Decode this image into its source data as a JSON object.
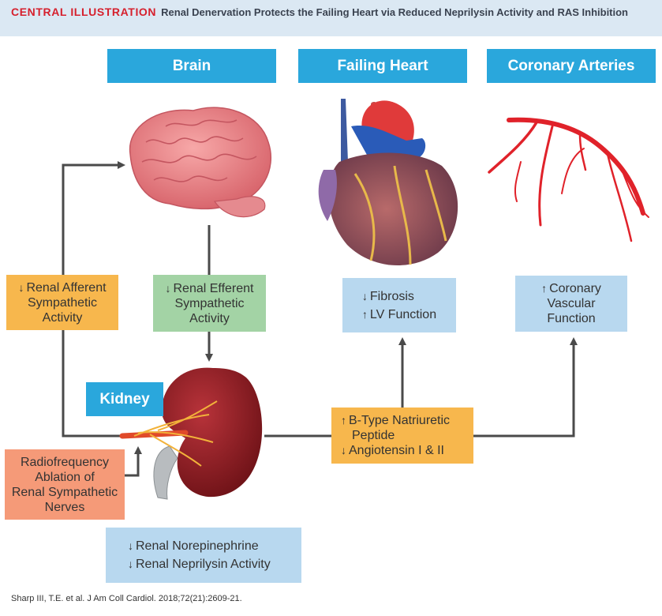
{
  "header": {
    "label": "CENTRAL ILLUSTRATION",
    "title": "Renal Denervation Protects the Failing Heart via Reduced Neprilysin Activity and RAS Inhibition"
  },
  "sections": {
    "brain": "Brain",
    "heart": "Failing Heart",
    "coronary": "Coronary Arteries",
    "kidney": "Kidney"
  },
  "boxes": {
    "afferent": {
      "arrow": "↓",
      "line1": "Renal Afferent",
      "line2": "Sympathetic",
      "line3": "Activity"
    },
    "efferent": {
      "arrow": "↓",
      "line1": "Renal Efferent",
      "line2": "Sympathetic",
      "line3": "Activity"
    },
    "heart_effects": [
      {
        "arrow": "↓",
        "text": "Fibrosis"
      },
      {
        "arrow": "↑",
        "text": "LV Function"
      }
    ],
    "coronary": {
      "arrow": "↑",
      "line1": "Coronary",
      "line2": "Vascular",
      "line3": "Function"
    },
    "natriuretic": [
      {
        "arrow": "↑",
        "text": "B-Type Natriuretic"
      },
      {
        "arrow": "",
        "text": "Peptide"
      },
      {
        "arrow": "↓",
        "text": "Angiotensin I & II"
      }
    ],
    "ablation": {
      "line1": "Radiofrequency",
      "line2": "Ablation of",
      "line3": "Renal Sympathetic",
      "line4": "Nerves"
    },
    "renal": [
      {
        "arrow": "↓",
        "text": "Renal Norepinephrine"
      },
      {
        "arrow": "↓",
        "text": "Renal Neprilysin Activity"
      }
    ]
  },
  "footer": "Sharp III, T.E. et al. J Am Coll Cardiol. 2018;72(21):2609-21.",
  "colors": {
    "title_blue": "#2aa7dc",
    "orange": "#f7b74d",
    "green": "#a3d3a5",
    "light_blue": "#b8d8ef",
    "salmon": "#f59a78",
    "accent_red": "#d6202d"
  }
}
